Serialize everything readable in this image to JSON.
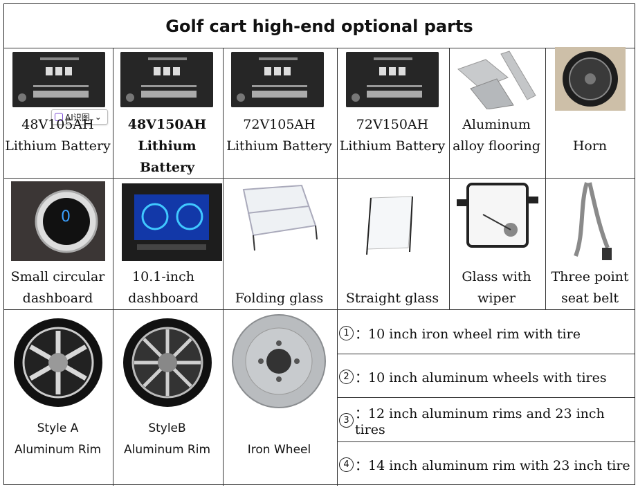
{
  "title": "Golf cart high-end optional parts",
  "badge": {
    "label": "AI识图",
    "caret": "⌄"
  },
  "row1": [
    {
      "line1": "48V105AH",
      "line2": "Lithium Battery"
    },
    {
      "line1": "48V150AH",
      "line2": "Lithium",
      "line3": "Battery"
    },
    {
      "line1": "72V105AH",
      "line2": "Lithium Battery"
    },
    {
      "line1": "72V150AH",
      "line2": "Lithium Battery"
    },
    {
      "line1": "Aluminum",
      "line2": "alloy flooring"
    },
    {
      "line1": "Horn"
    }
  ],
  "row2": [
    {
      "line1": "Small circular",
      "line2": "dashboard"
    },
    {
      "line1": "10.1-inch",
      "line2": "dashboard"
    },
    {
      "line1": "Folding glass"
    },
    {
      "line1": "Straight glass"
    },
    {
      "line1": "Glass with",
      "line2": "wiper"
    },
    {
      "line1": "Three point",
      "line2": "seat belt"
    }
  ],
  "row3": [
    {
      "line1": "Style A",
      "line2": "Aluminum Rim"
    },
    {
      "line1": "StyleB",
      "line2": "Aluminum Rim"
    },
    {
      "line1": "Iron Wheel"
    }
  ],
  "options": [
    {
      "num": "1",
      "text": "：10 inch iron wheel rim with tire"
    },
    {
      "num": "2",
      "text": "：10 inch aluminum wheels with tires"
    },
    {
      "num": "3",
      "text": "：12 inch aluminum rims and 23 inch tires"
    },
    {
      "num": "4",
      "text": "：14 inch aluminum rim with 23 inch tire"
    }
  ]
}
